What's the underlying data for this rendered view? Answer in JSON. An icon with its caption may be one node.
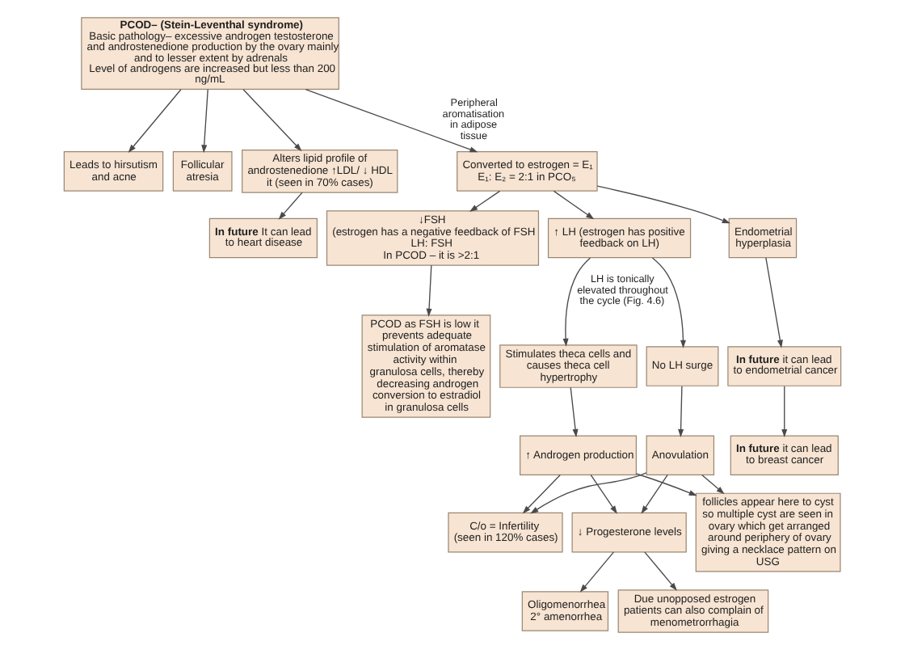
{
  "diagram": {
    "nodes": [
      {
        "text": [
          "PCOD– (Stein-Leventhal syndrome)",
          "Basic pathology– excessive androgen testosterone and androstenedione production by the ovary mainly and to lesser extent by adrenals",
          "Level of androgens are increased but less than 200 ng/mL"
        ]
      },
      {
        "text": [
          "Leads to hirsutism and acne"
        ]
      },
      {
        "text": [
          "Follicular atresia"
        ]
      },
      {
        "text": [
          "Alters lipid profile of androstenedione ↑LDL/ ↓ HDL it (seen in 70% cases)"
        ]
      },
      {
        "text": [
          "Converted to estrogen = E₁ E₁: E₂ = 2:1 in PCO₅"
        ]
      },
      {
        "text": [
          "**In future** It can lead to heart disease"
        ]
      },
      {
        "text": [
          "↓FSH",
          "(estrogen has a negative feedback of FSH",
          "LH: FSH",
          "In PCOD – it is >2:1"
        ]
      },
      {
        "text": [
          "↑ LH (estrogen has positive feedback on LH)"
        ]
      },
      {
        "text": [
          "Endometrial hyperplasia"
        ]
      },
      {
        "text": [
          "**In future** it can lead to endometrial cancer"
        ]
      },
      {
        "text": [
          "PCOD as FSH is low it prevents adequate stimulation of aromatase activity within granulosa cells, thereby decreasing androgen conversion to estradiol in granulosa cells"
        ]
      },
      {
        "text": [
          "**In future** it can lead to breast cancer"
        ]
      },
      {
        "text": [
          "No LH surge"
        ]
      },
      {
        "text": [
          "Stimulates theca cells and causes theca cell hypertrophy"
        ]
      },
      {
        "text": [
          "Anovulation"
        ]
      },
      {
        "text": [
          "↑ Androgen production"
        ]
      },
      {
        "text": [
          "↓ Progesterone levels"
        ]
      },
      {
        "text": [
          "C/o = Infertility",
          "(seen in 120% cases)"
        ]
      },
      {
        "text": [
          "follicles appear here to cyst so multiple cyst are seen in ovary which get arranged around periphery of ovary giving a necklace pattern on USG"
        ]
      },
      {
        "text": [
          "Oligomenorrhea",
          "2° amenorrhea"
        ]
      },
      {
        "text": [
          "Due unopposed estrogen patients can also complain of menometrorrhagia"
        ]
      }
    ],
    "edges": [
      {
        "from": 0,
        "to": 1,
        "arrow": "to"
      },
      {
        "from": 0,
        "to": 2,
        "arrow": "to"
      },
      {
        "from": 0,
        "to": 4,
        "arrow": "to",
        "label": "Peripheral aromatisation in adipose tissue"
      },
      {
        "from": 0,
        "to": 3,
        "arrow": "to"
      },
      {
        "from": 3,
        "to": 5,
        "arrow": "to"
      },
      {
        "from": 4,
        "to": 6,
        "arrow": "to"
      },
      {
        "from": 4,
        "to": 7,
        "arrow": "to"
      },
      {
        "from": 4,
        "to": 8,
        "arrow": "to"
      },
      {
        "from": 8,
        "to": 9,
        "arrow": "to"
      },
      {
        "from": 9,
        "to": 11,
        "arrow": "to"
      },
      {
        "from": 6,
        "to": 10,
        "arrow": "to"
      },
      {
        "from": 7,
        "to": 12,
        "arrow": "to"
      },
      {
        "from": 7,
        "to": 13,
        "arrow": "to",
        "label": "LH is tonically elevated throughout the cycle (Fig. 4.6)"
      },
      {
        "from": 12,
        "to": 14,
        "arrow": "to"
      },
      {
        "from": 13,
        "to": 15,
        "arrow": "to"
      },
      {
        "from": 14,
        "to": 16,
        "arrow": "to"
      },
      {
        "from": 14,
        "to": 17,
        "arrow": "to"
      },
      {
        "from": 14,
        "to": 18,
        "arrow": "to"
      },
      {
        "from": 15,
        "to": 16,
        "arrow": "to"
      },
      {
        "from": 15,
        "to": 17,
        "arrow": "to"
      },
      {
        "from": 15,
        "to": 18,
        "arrow": "to"
      },
      {
        "from": 16,
        "to": 19,
        "arrow": "to"
      },
      {
        "from": 16,
        "to": 20,
        "arrow": "to"
      }
    ]
  }
}
